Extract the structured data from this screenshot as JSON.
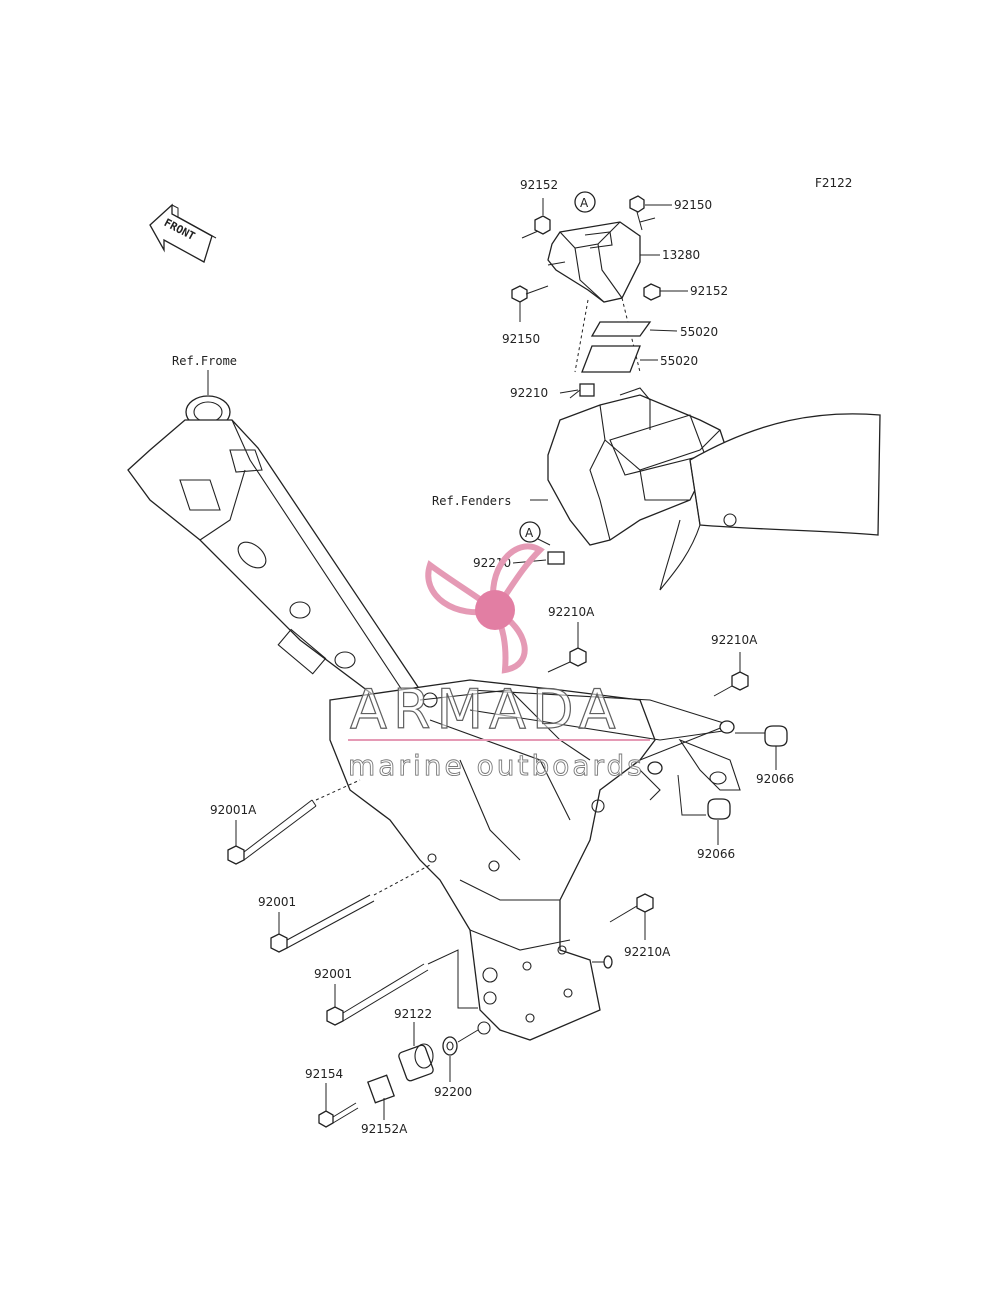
{
  "figure_code": "F2122",
  "front_arrow": {
    "label": "FRONT",
    "icon": "front-arrow-icon"
  },
  "references": {
    "frame": "Ref.Frome",
    "fenders": "Ref.Fenders"
  },
  "callout_marker": "A",
  "part_numbers": {
    "p92152_top": "92152",
    "p92150_top": "92150",
    "p13280": "13280",
    "p92152_right": "92152",
    "p92150_left": "92150",
    "p55020_a": "55020",
    "p55020_b": "55020",
    "p92210_top": "92210",
    "p92210_mid": "92210",
    "p92210A_a": "92210A",
    "p92210A_b": "92210A",
    "p92066_a": "92066",
    "p92066_b": "92066",
    "p92001A": "92001A",
    "p92001_a": "92001",
    "p92001_b": "92001",
    "p92210A_c": "92210A",
    "p92122": "92122",
    "p92200": "92200",
    "p92154": "92154",
    "p92152A": "92152A"
  },
  "watermark": {
    "brand": "ARMADA",
    "tagline": "marine outboards",
    "logo_icon": "propeller-logo-icon",
    "colors": {
      "logo_pink": "#e59ab5",
      "logo_hub": "#e27ea3",
      "text_outline": "#606060"
    }
  }
}
